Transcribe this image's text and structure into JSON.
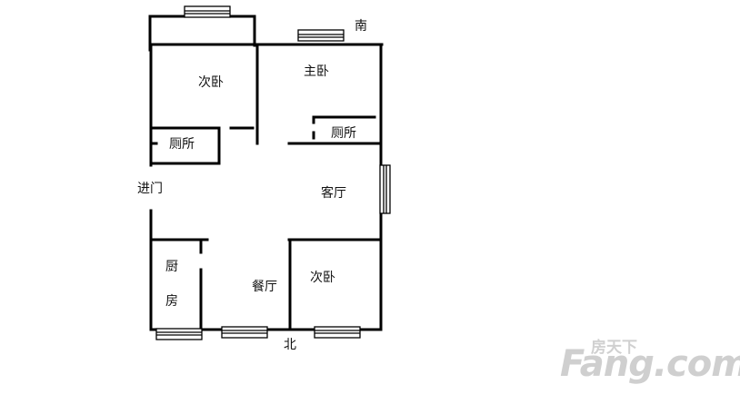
{
  "rooms": {
    "secondary_bedroom_top": "次卧",
    "master_bedroom": "主卧",
    "toilet_left": "厕所",
    "toilet_right": "厕所",
    "living_room": "客厅",
    "kitchen_char1": "厨",
    "kitchen_char2": "房",
    "dining_room": "餐厅",
    "secondary_bedroom_bottom": "次卧"
  },
  "directions": {
    "south": "南",
    "north": "北",
    "entrance": "进门"
  },
  "watermark": {
    "cn": "房天下",
    "en": "Fang.com"
  },
  "colors": {
    "wall": "#000000",
    "text": "#111111",
    "watermark": "#cfcfcf"
  }
}
